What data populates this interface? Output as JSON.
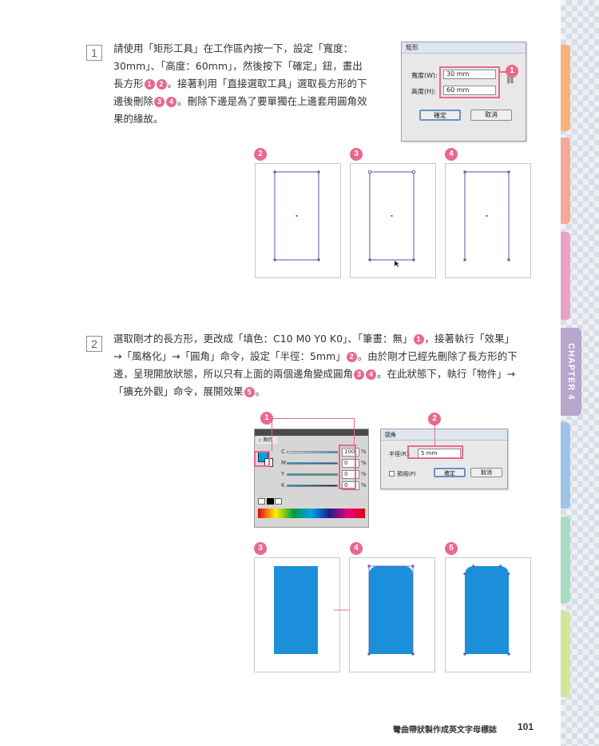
{
  "step1": {
    "number": "1",
    "lines": [
      "請使用「矩形工具」在工作區內按一下，設定「寬度：",
      "30mm」、「高度：60mm」，然後按下「確定」鈕，畫出",
      "長方形",
      "。接著利用「直接選取工具」選取長方形的下",
      "邊後刪除",
      "。刪除下邊是為了要單獨在上邊套用圓角效",
      "果的緣故。"
    ],
    "callouts": [
      "1",
      "2",
      "3",
      "4"
    ]
  },
  "rect_dialog": {
    "title": "矩形",
    "width_label": "寬度(W):",
    "width_value": "30 mm",
    "height_label": "高度(H):",
    "height_value": "60 mm",
    "ok_label": "確定",
    "cancel_label": "取消",
    "callout": "1"
  },
  "step1_panels": {
    "labels": [
      "2",
      "3",
      "4"
    ]
  },
  "step2": {
    "number": "2",
    "line1a": "選取剛才的長方形，更改成「填色：C10 M0 Y0 K0」、「筆畫：無」",
    "line1b": "，接著執行「效果」",
    "line2a": "→「風格化」→「圓角」命令，設定「半徑：5mm」",
    "line2b": "。由於剛才已經先刪除了長方形的下",
    "line3a": "邊，呈現開放狀態，所以只有上面的兩個邊角變成圓角",
    "line3b": "。在此狀態下，執行「物件」→",
    "line4a": "「擴充外觀」命令，展開效果",
    "callouts": [
      "1",
      "2",
      "3",
      "4",
      "5"
    ]
  },
  "color_panel": {
    "tab_label": "◇ 顏色",
    "channels": [
      "C",
      "M",
      "Y",
      "K"
    ],
    "values": [
      "100",
      "0",
      "0",
      "0"
    ],
    "unit": "%",
    "callout": "1",
    "fill_color": "#00a0e9"
  },
  "round_dialog": {
    "title": "圓角",
    "radius_label": "半徑(R):",
    "radius_value": "5 mm",
    "preview_label": "預視(P)",
    "ok_label": "確定",
    "cancel_label": "取消",
    "callout": "2"
  },
  "step2_panels": {
    "labels": [
      "3",
      "4",
      "5"
    ],
    "shape_color": "#1b8fd9"
  },
  "sidebar": {
    "chapter_label": "CHAPTER 4",
    "tab_colors": [
      "#f6b37f",
      "#f4a99a",
      "#e9a3c9",
      "#b8a6cc",
      "#9fc4e6",
      "#a9dcc3",
      "#d3e69a"
    ]
  },
  "footer": {
    "title": "彎曲帶狀製作成英文字母標誌",
    "page_number": "101"
  }
}
